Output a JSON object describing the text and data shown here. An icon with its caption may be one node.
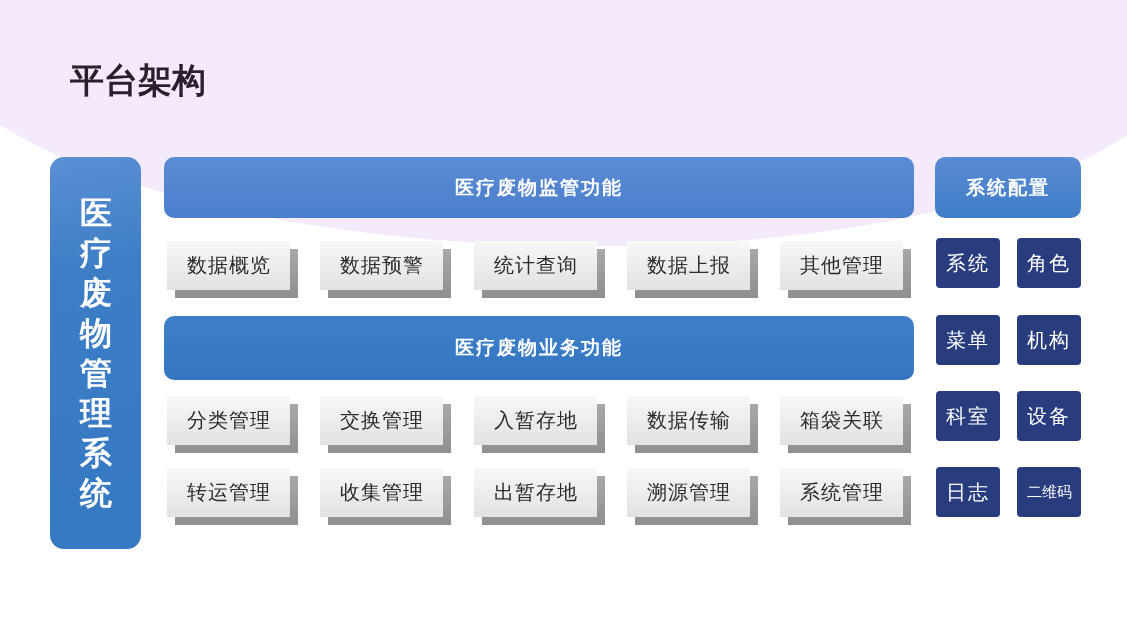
{
  "diagram": {
    "title": "平台架构",
    "nodes": [
      {
        "text": [
          "医疗废物管理系统"
        ]
      },
      {
        "text": [
          "医疗废物监管功能"
        ]
      },
      {
        "text": [
          "数据概览"
        ]
      },
      {
        "text": [
          "数据预警"
        ]
      },
      {
        "text": [
          "统计查询"
        ]
      },
      {
        "text": [
          "数据上报"
        ]
      },
      {
        "text": [
          "其他管理"
        ]
      },
      {
        "text": [
          "医疗废物业务功能"
        ]
      },
      {
        "text": [
          "分类管理"
        ]
      },
      {
        "text": [
          "交换管理"
        ]
      },
      {
        "text": [
          "入暂存地"
        ]
      },
      {
        "text": [
          "数据传输"
        ]
      },
      {
        "text": [
          "箱袋关联"
        ]
      },
      {
        "text": [
          "转运管理"
        ]
      },
      {
        "text": [
          "收集管理"
        ]
      },
      {
        "text": [
          "出暂存地"
        ]
      },
      {
        "text": [
          "溯源管理"
        ]
      },
      {
        "text": [
          "系统管理"
        ]
      },
      {
        "text": [
          "系统配置"
        ]
      },
      {
        "text": [
          "系统"
        ]
      },
      {
        "text": [
          "角色"
        ]
      },
      {
        "text": [
          "菜单"
        ]
      },
      {
        "text": [
          "机构"
        ]
      },
      {
        "text": [
          "科室"
        ]
      },
      {
        "text": [
          "设备"
        ]
      },
      {
        "text": [
          "日志"
        ]
      },
      {
        "text": [
          "二维码"
        ]
      }
    ]
  }
}
